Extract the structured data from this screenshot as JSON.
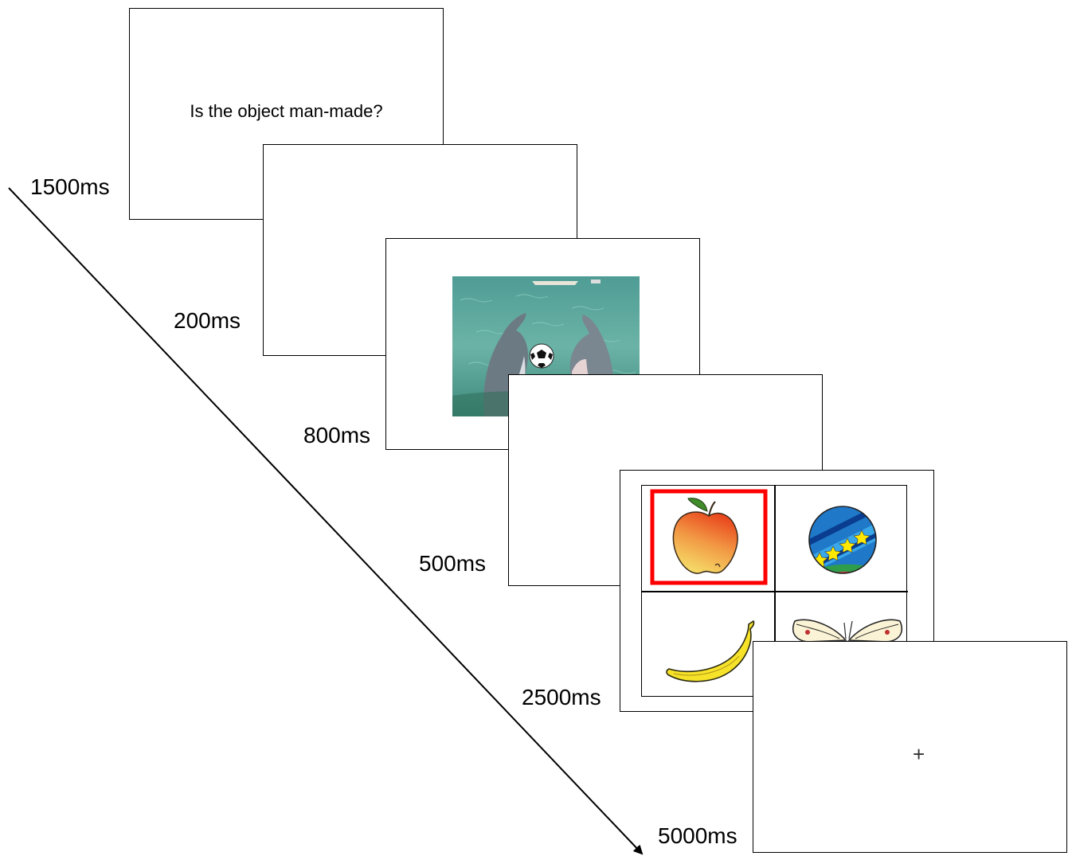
{
  "timeline": {
    "screens": [
      {
        "id": "instruction",
        "text": "Is the object man-made?",
        "duration": "1500ms"
      },
      {
        "id": "blank-1",
        "duration": "200ms"
      },
      {
        "id": "scene-photo",
        "duration": "800ms",
        "image": "dolphins-with-soccer-ball"
      },
      {
        "id": "blank-2",
        "duration": "500ms"
      },
      {
        "id": "object-array",
        "duration": "2500ms",
        "objects": [
          "apple-icon",
          "ball-icon",
          "banana-icon",
          "butterfly-icon"
        ],
        "highlighted": "apple-icon"
      },
      {
        "id": "fixation",
        "symbol": "+",
        "duration": "5000ms"
      }
    ],
    "arrow": "time-axis"
  },
  "colors": {
    "highlight": "#ff0000",
    "frame": "#000000",
    "water": "#5fa89c",
    "ball_body": "#1f78c8",
    "star": "#ffe800",
    "banana": "#f7e22a",
    "apple_top": "#e8401a",
    "apple_bottom": "#f5e06a"
  }
}
